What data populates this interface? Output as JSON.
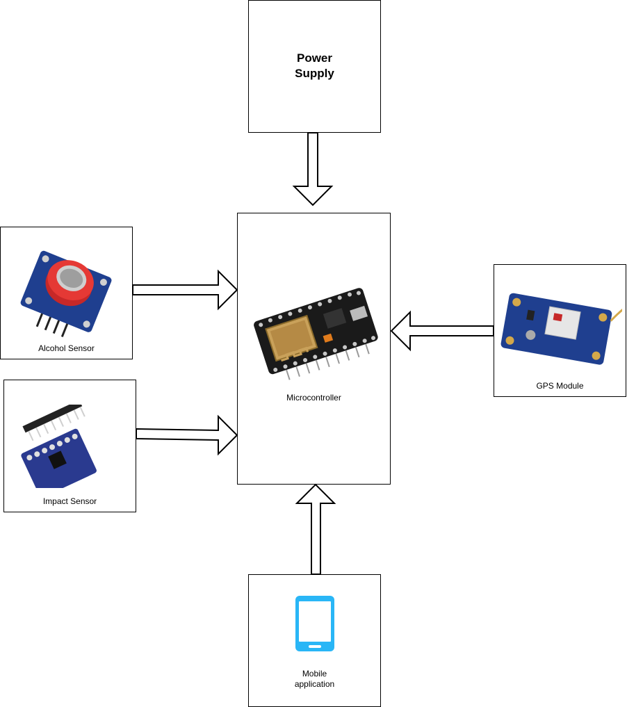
{
  "diagram": {
    "power_supply": {
      "label": "Power\nSupply",
      "icon": "power-supply-box"
    },
    "microcontroller": {
      "label": "Microcontroller",
      "icon": "nodemcu-board-icon"
    },
    "alcohol_sensor": {
      "label": "Alcohol Sensor",
      "icon": "mq3-sensor-icon"
    },
    "impact_sensor": {
      "label": "Impact Sensor",
      "icon": "accelerometer-module-icon"
    },
    "gps_module": {
      "label": "GPS Module",
      "icon": "gps-board-icon"
    },
    "mobile_app": {
      "label": "Mobile\napplication",
      "icon": "smartphone-icon",
      "icon_color": "#29b6f6"
    }
  },
  "colors": {
    "border": "#000000",
    "board_blue": "#1f3f8f",
    "sensor_red": "#e53935",
    "chip_dark": "#222222"
  }
}
